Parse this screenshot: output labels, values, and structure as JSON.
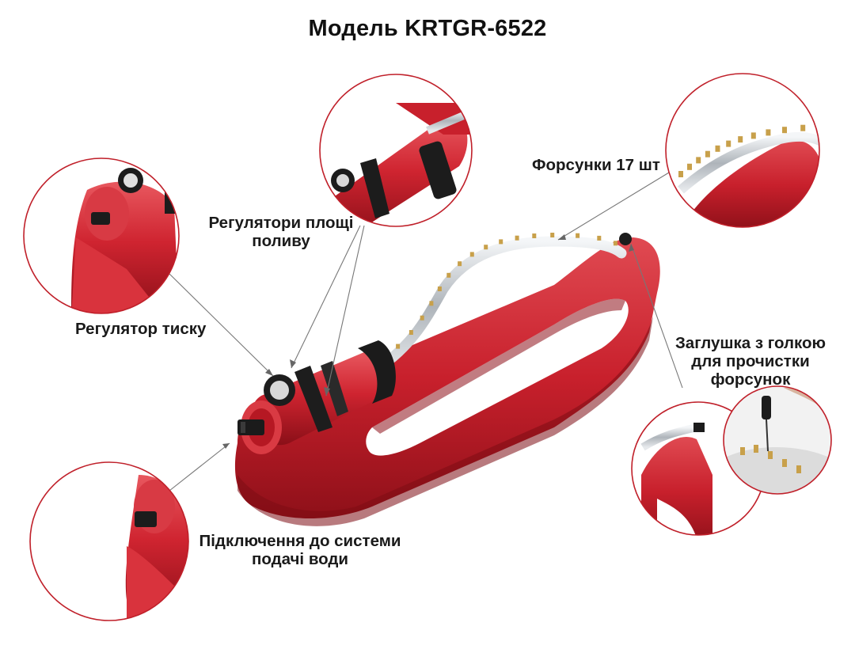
{
  "title": "Модель KRTGR-6522",
  "labels": {
    "area_regulators_line1": "Регулятори площі",
    "area_regulators_line2": "поливу",
    "pressure_regulator": "Регулятор тиску",
    "nozzles": "Форсунки 17 шт",
    "plug_line1": "Заглушка з голкою",
    "plug_line2": "для прочистки",
    "plug_line3": "форсунок",
    "connection_line1": "Підключення до системи",
    "connection_line2": "подачі води"
  },
  "colors": {
    "body_red": "#c8202c",
    "body_red_dark": "#8e1019",
    "body_red_light": "#e04a52",
    "circle_stroke": "#c0202a",
    "nozzle_brass": "#c8a04a",
    "metal": "#c9cdd2"
  },
  "nozzle_count": 17
}
